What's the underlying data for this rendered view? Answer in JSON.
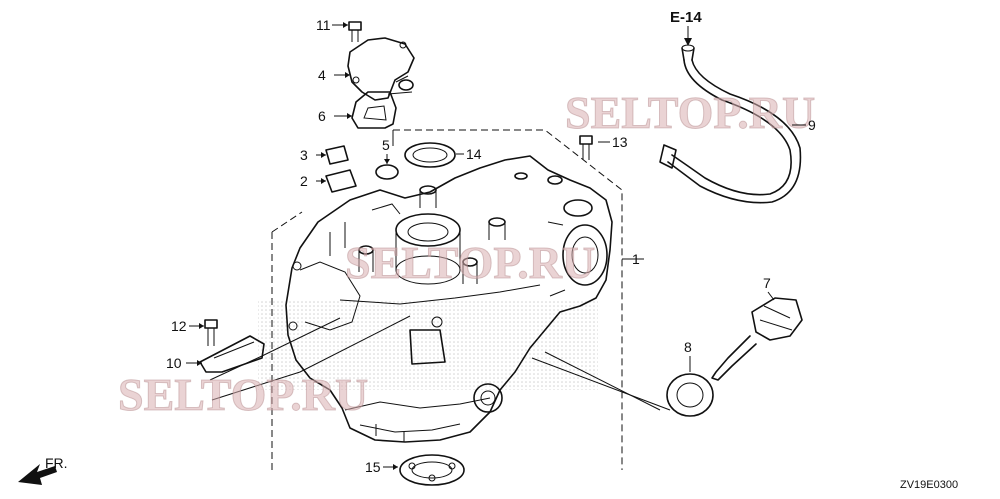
{
  "diagram": {
    "reference_label": "E-14",
    "drawing_code": "ZV19E0300",
    "direction_label": "FR.",
    "watermark": "SELTOP.RU",
    "watermark_partial": "SELTOP.RU",
    "callouts": [
      {
        "number": "1"
      },
      {
        "number": "2"
      },
      {
        "number": "3"
      },
      {
        "number": "4"
      },
      {
        "number": "5"
      },
      {
        "number": "6"
      },
      {
        "number": "7"
      },
      {
        "number": "8"
      },
      {
        "number": "9"
      },
      {
        "number": "10"
      },
      {
        "number": "11"
      },
      {
        "number": "12"
      },
      {
        "number": "13"
      },
      {
        "number": "14"
      },
      {
        "number": "15"
      }
    ]
  }
}
